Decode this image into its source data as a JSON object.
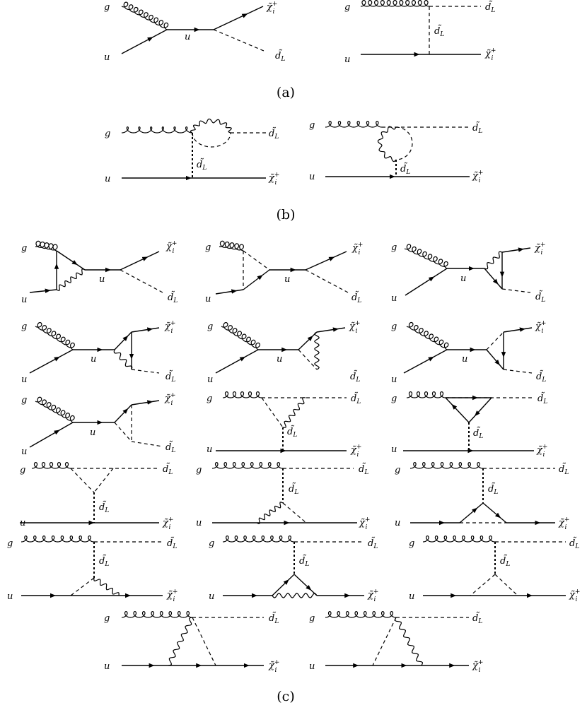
{
  "labels": {
    "gluon": "g",
    "quark": "u",
    "squark_tilde": "d̃",
    "squark_sub": "L",
    "chargino": "χ̃",
    "chargino_sup": "+",
    "chargino_sub": "i"
  },
  "captions": [
    "(a)",
    "(b)",
    "(c)"
  ],
  "colors": {
    "ink": "#000000",
    "background": "#ffffff"
  }
}
